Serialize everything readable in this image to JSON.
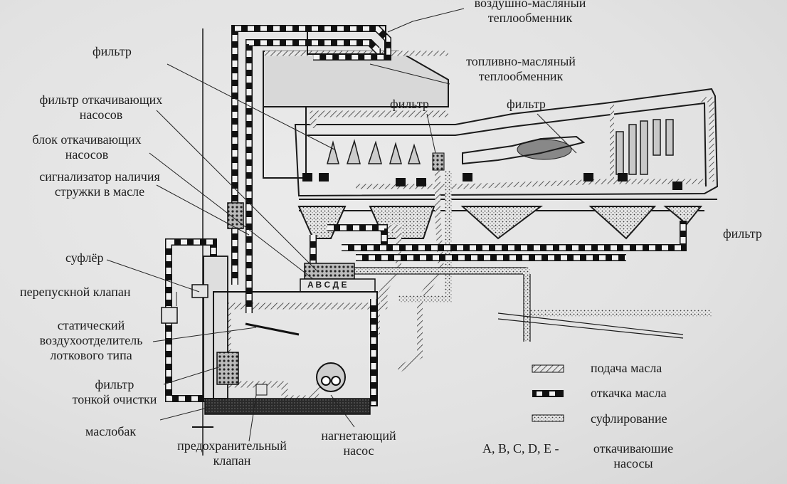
{
  "labels": {
    "air_oil_hx": [
      "воздушно-масляный",
      "теплообменник"
    ],
    "fuel_oil_hx": [
      "топливно-масляный",
      "теплообменник"
    ],
    "filter_1": "фильтр",
    "filter_2": "фильтр",
    "filter_3": "фильтр",
    "filter_right": "фильтр",
    "scavenge_filter": [
      "фильтр откачивающих",
      "насосов"
    ],
    "scavenge_block": [
      "блок откачивающих",
      "насосов"
    ],
    "chip_detector": [
      "сигнализатор наличия",
      "стружки в масле"
    ],
    "breather": "суфлёр",
    "bypass_valve": "перепускной клапан",
    "deaerator": [
      "статический",
      "воздухоотделитель",
      "лоткового типа"
    ],
    "fine_filter": [
      "фильтр",
      "тонкой очистки"
    ],
    "oil_tank": "маслобак",
    "relief_valve": [
      "предохранительный",
      "клапан"
    ],
    "pressure_pump": [
      "нагнетающий",
      "насос"
    ],
    "pump_letters": "A B C Д E"
  },
  "legend": {
    "supply": "подача масла",
    "scavenge": "откачка масла",
    "breathing": "суфлирование",
    "pumps_key": "A, B, C, D, E -",
    "pumps_desc": [
      "откачиваюшие",
      "насосы"
    ]
  }
}
